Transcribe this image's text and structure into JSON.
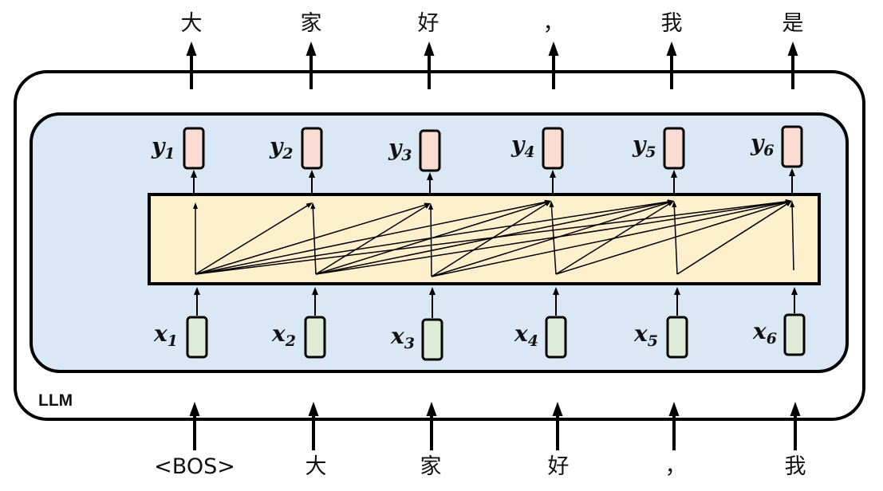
{
  "model_label": "LLM",
  "output_tokens": [
    "大",
    "家",
    "好",
    "，",
    "我",
    "是"
  ],
  "input_tokens": [
    "<BOS>",
    "大",
    "家",
    "好",
    "，",
    "我"
  ],
  "inputs": [
    {
      "var": "x",
      "sub": "1"
    },
    {
      "var": "x",
      "sub": "2"
    },
    {
      "var": "x",
      "sub": "3"
    },
    {
      "var": "x",
      "sub": "4"
    },
    {
      "var": "x",
      "sub": "5"
    },
    {
      "var": "x",
      "sub": "6"
    }
  ],
  "outputs": [
    {
      "var": "y",
      "sub": "1"
    },
    {
      "var": "y",
      "sub": "2"
    },
    {
      "var": "y",
      "sub": "3"
    },
    {
      "var": "y",
      "sub": "4"
    },
    {
      "var": "y",
      "sub": "5"
    },
    {
      "var": "y",
      "sub": "6"
    }
  ],
  "colors": {
    "outer_box": "#ffffff",
    "inner_box": "#dae8f6",
    "attention_box": "#fef0cc",
    "input_cell": "#deebd6",
    "output_cell": "#fadcd2",
    "stroke": "#000000"
  }
}
